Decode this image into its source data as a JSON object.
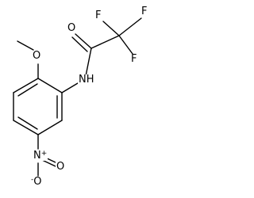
{
  "atoms": {
    "f1": "F",
    "f2": "F",
    "f3": "F",
    "o_carbonyl": "O",
    "o_methoxy": "O",
    "nh": "NH",
    "n_nitro": "N",
    "n_nitro_charge": "+",
    "o_nitro_top": "O",
    "o_nitro_bottom": "O",
    "o_nitro_bottom_charge": "-"
  }
}
